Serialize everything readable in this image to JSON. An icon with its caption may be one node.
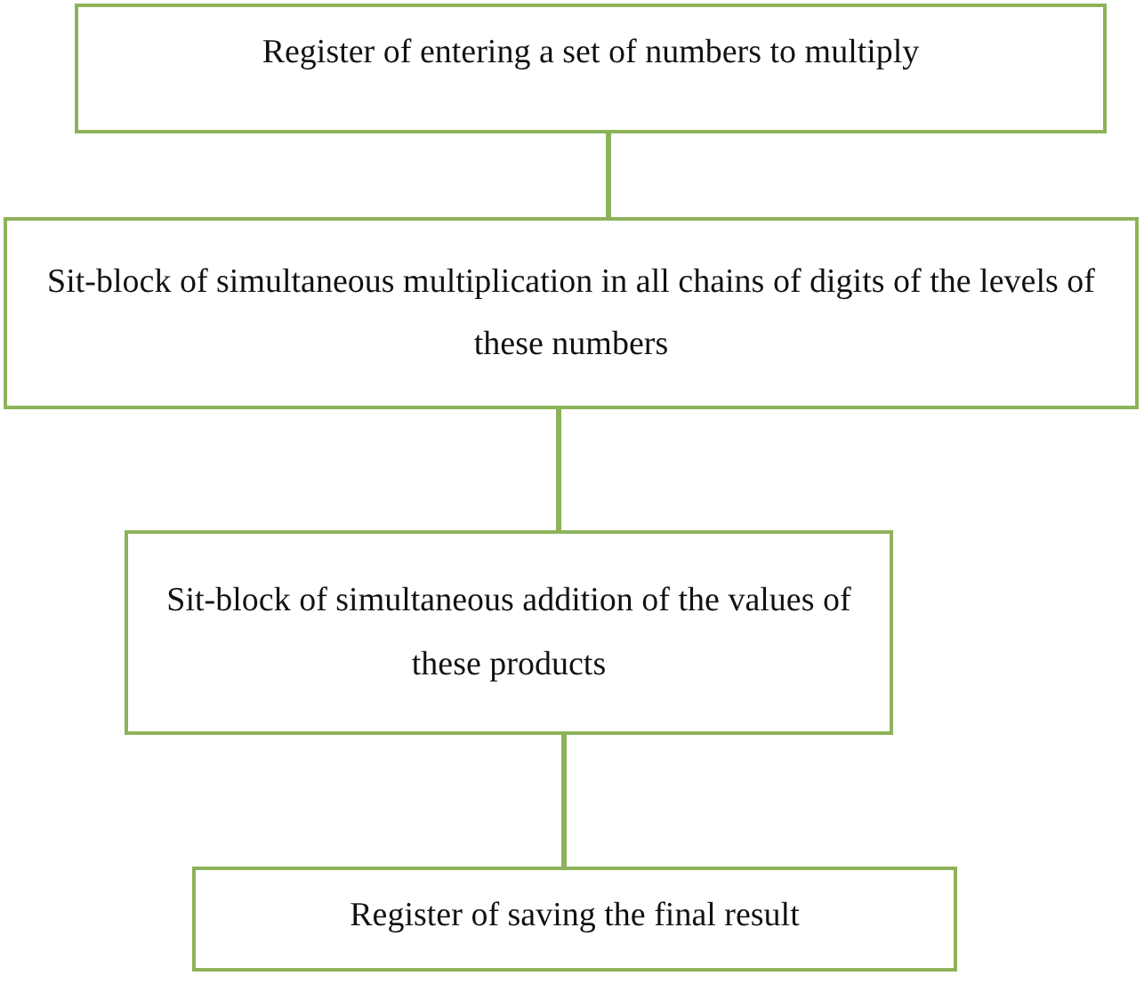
{
  "diagram": {
    "nodes": [
      {
        "text": [
          "Register of entering a set of numbers to multiply"
        ]
      },
      {
        "text": [
          "Sit-block of simultaneous multiplication in all chains of digits of the levels of these numbers"
        ]
      },
      {
        "text": [
          "Sit-block of simultaneous addition of the values of these products"
        ]
      },
      {
        "text": [
          "Register of saving the final result"
        ]
      }
    ],
    "edges": [
      {
        "from": 0,
        "to": 1,
        "arrow": "none"
      },
      {
        "from": 1,
        "to": 2,
        "arrow": "none"
      },
      {
        "from": 2,
        "to": 3,
        "arrow": "none"
      }
    ]
  }
}
